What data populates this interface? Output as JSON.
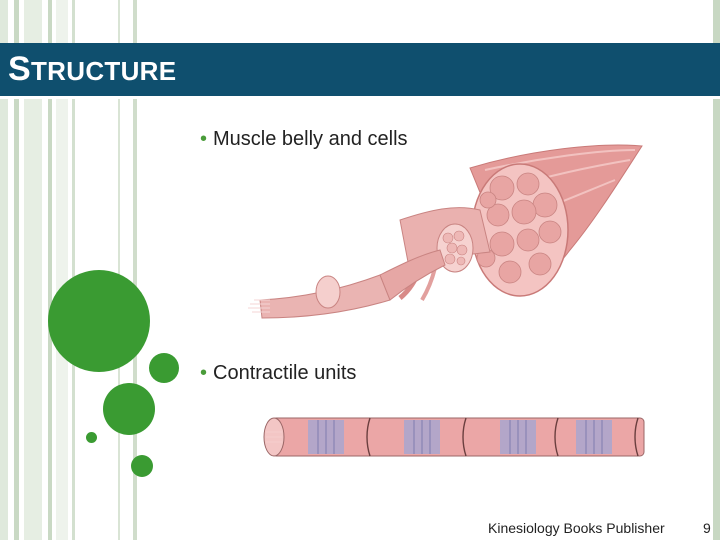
{
  "slide": {
    "title_first": "S",
    "title_rest": "TRUCTURE",
    "bullets": [
      {
        "mark": "•",
        "text": "Muscle belly and cells"
      },
      {
        "mark": "•",
        "text": "Contractile units"
      }
    ],
    "footer_publisher": "Kinesiology Books Publisher",
    "page_number": "9"
  },
  "colors": {
    "title_bar": "#0f4f6e",
    "accent_green": "#3a9b32",
    "stripe_green": "#c8d8c3",
    "muscle_pink": "#e8a0a0"
  },
  "icons": [
    "muscle-belly-illustration",
    "myofibril-illustration"
  ]
}
